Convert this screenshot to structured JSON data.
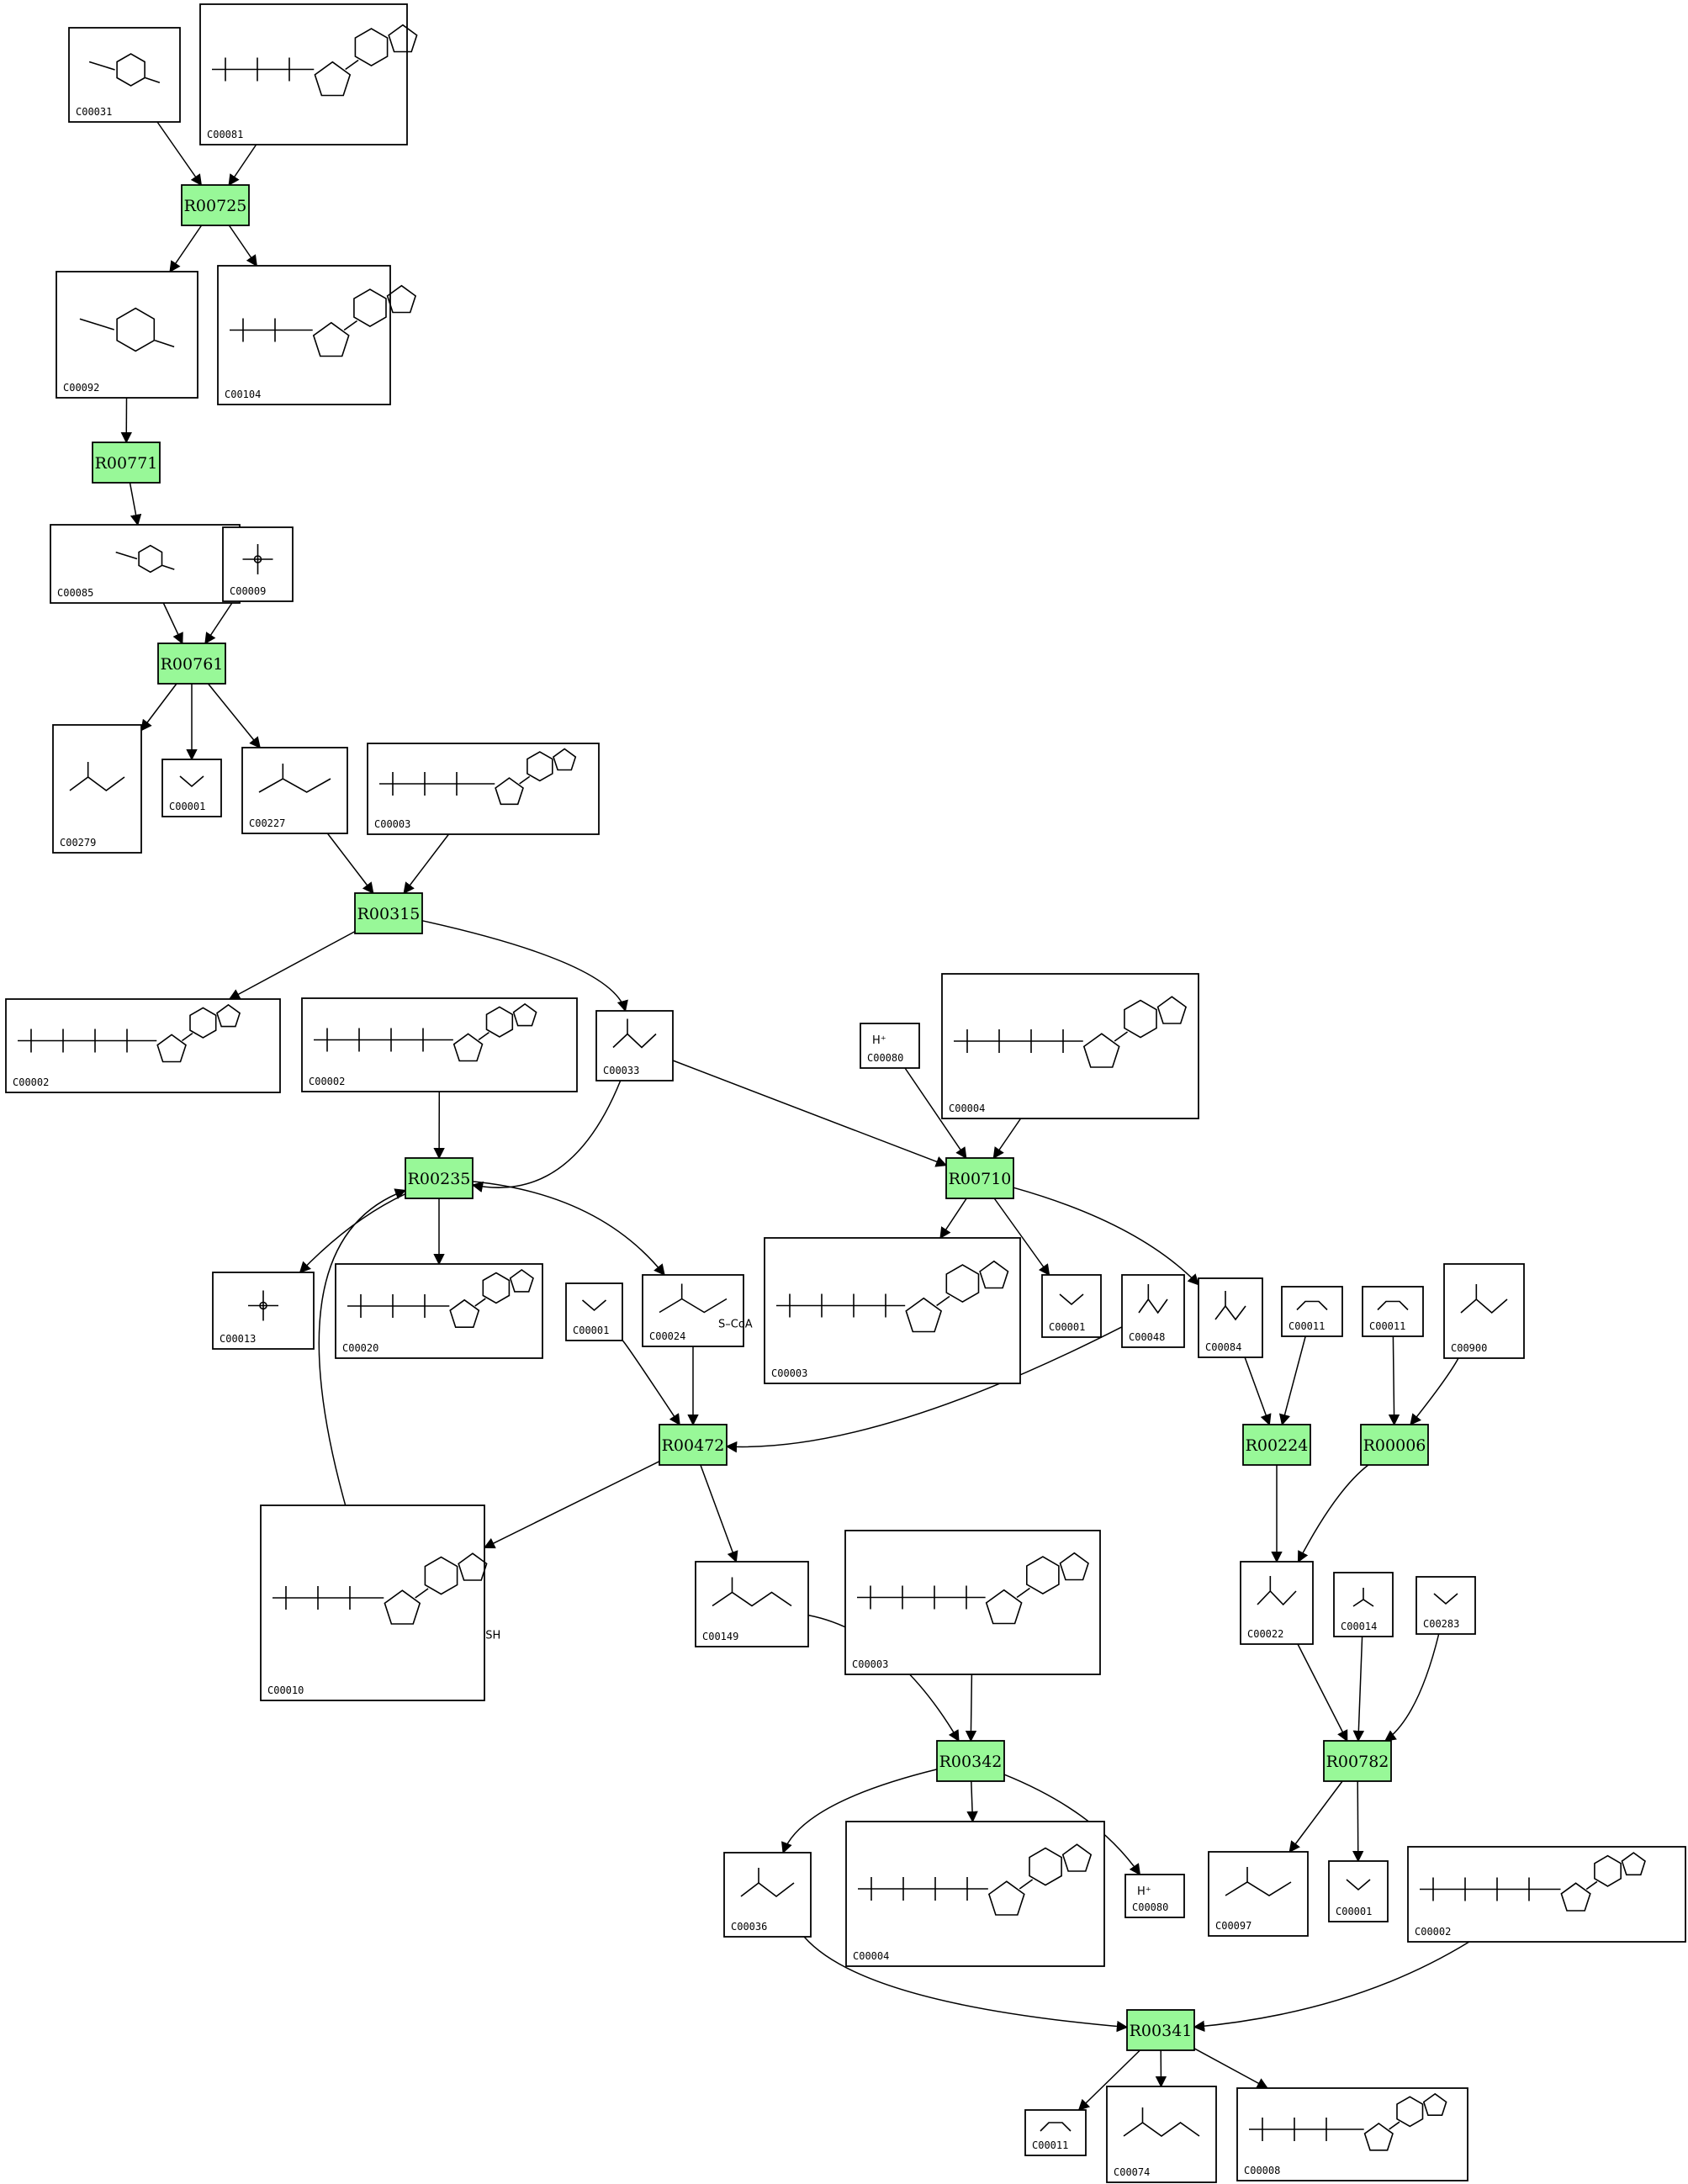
{
  "colors": {
    "reaction_fill": "#98f898",
    "box_stroke": "#000000",
    "edge": "#000000"
  },
  "reactions": [
    {
      "id": "r_R00725",
      "label": "R00725"
    },
    {
      "id": "r_R00771",
      "label": "R00771"
    },
    {
      "id": "r_R00761",
      "label": "R00761"
    },
    {
      "id": "r_R00315",
      "label": "R00315"
    },
    {
      "id": "r_R00235",
      "label": "R00235"
    },
    {
      "id": "r_R00710",
      "label": "R00710"
    },
    {
      "id": "r_R00472",
      "label": "R00472"
    },
    {
      "id": "r_R00224",
      "label": "R00224"
    },
    {
      "id": "r_R00006",
      "label": "R00006"
    },
    {
      "id": "r_R00342",
      "label": "R00342"
    },
    {
      "id": "r_R00782",
      "label": "R00782"
    },
    {
      "id": "r_R00341",
      "label": "R00341"
    }
  ],
  "compounds": [
    {
      "id": "c1",
      "label": "C00031",
      "structure": "ring"
    },
    {
      "id": "c2",
      "label": "C00081",
      "structure": "nucleotide"
    },
    {
      "id": "c3",
      "label": "C00092",
      "structure": "ring"
    },
    {
      "id": "c4",
      "label": "C00104",
      "structure": "nucleotide"
    },
    {
      "id": "c5",
      "label": "C00085",
      "structure": "ring"
    },
    {
      "id": "c6",
      "label": "C00009",
      "structure": "phosphate"
    },
    {
      "id": "c7",
      "label": "C00279",
      "structure": "chain"
    },
    {
      "id": "c8",
      "label": "C00001",
      "structure": "water"
    },
    {
      "id": "c9",
      "label": "C00227",
      "structure": "chain"
    },
    {
      "id": "c10",
      "label": "C00003",
      "structure": "nucleotide"
    },
    {
      "id": "c11",
      "label": "C00002",
      "structure": "nucleotide"
    },
    {
      "id": "c12",
      "label": "C00002",
      "structure": "nucleotide"
    },
    {
      "id": "c13",
      "label": "C00033",
      "structure": "chain"
    },
    {
      "id": "c14",
      "label": "C00080",
      "structure": "proton",
      "text": "H⁺"
    },
    {
      "id": "c15",
      "label": "C00004",
      "structure": "nucleotide"
    },
    {
      "id": "c16",
      "label": "C00013",
      "structure": "phosphate"
    },
    {
      "id": "c17",
      "label": "C00020",
      "structure": "nucleotide"
    },
    {
      "id": "c18",
      "label": "C00001",
      "structure": "water"
    },
    {
      "id": "c19",
      "label": "C00024",
      "structure": "chain",
      "text": "S–CoA"
    },
    {
      "id": "c20",
      "label": "C00003",
      "structure": "nucleotide"
    },
    {
      "id": "c21",
      "label": "C00001",
      "structure": "water"
    },
    {
      "id": "c22",
      "label": "C00048",
      "structure": "chain"
    },
    {
      "id": "c23",
      "label": "C00084",
      "structure": "chain"
    },
    {
      "id": "c24",
      "label": "C00011",
      "structure": "co2"
    },
    {
      "id": "c25",
      "label": "C00011",
      "structure": "co2"
    },
    {
      "id": "c26",
      "label": "C00900",
      "structure": "chain"
    },
    {
      "id": "c27",
      "label": "C00010",
      "structure": "nucleotide",
      "text": "SH"
    },
    {
      "id": "c28",
      "label": "C00149",
      "structure": "chain"
    },
    {
      "id": "c29",
      "label": "C00003",
      "structure": "nucleotide"
    },
    {
      "id": "c30",
      "label": "C00022",
      "structure": "chain"
    },
    {
      "id": "c31",
      "label": "C00014",
      "structure": "ammonia"
    },
    {
      "id": "c32",
      "label": "C00283",
      "structure": "water"
    },
    {
      "id": "c33",
      "label": "C00036",
      "structure": "chain"
    },
    {
      "id": "c34",
      "label": "C00004",
      "structure": "nucleotide"
    },
    {
      "id": "c35",
      "label": "C00080",
      "structure": "proton",
      "text": "H⁺"
    },
    {
      "id": "c36",
      "label": "C00097",
      "structure": "chain"
    },
    {
      "id": "c37",
      "label": "C00001",
      "structure": "water"
    },
    {
      "id": "c38",
      "label": "C00002",
      "structure": "nucleotide"
    },
    {
      "id": "c39",
      "label": "C00011",
      "structure": "co2"
    },
    {
      "id": "c40",
      "label": "C00074",
      "structure": "chain"
    },
    {
      "id": "c41",
      "label": "C00008",
      "structure": "nucleotide"
    }
  ],
  "edges": [
    {
      "from": "c1",
      "to": "r_R00725"
    },
    {
      "from": "c2",
      "to": "r_R00725"
    },
    {
      "from": "r_R00725",
      "to": "c3"
    },
    {
      "from": "r_R00725",
      "to": "c4"
    },
    {
      "from": "c3",
      "to": "r_R00771"
    },
    {
      "from": "r_R00771",
      "to": "c5"
    },
    {
      "from": "c5",
      "to": "r_R00761"
    },
    {
      "from": "c6",
      "to": "r_R00761"
    },
    {
      "from": "r_R00761",
      "to": "c7"
    },
    {
      "from": "r_R00761",
      "to": "c8"
    },
    {
      "from": "r_R00761",
      "to": "c9"
    },
    {
      "from": "c9",
      "to": "r_R00315"
    },
    {
      "from": "c10",
      "to": "r_R00315"
    },
    {
      "from": "r_R00315",
      "to": "c11"
    },
    {
      "from": "r_R00315",
      "to": "c13"
    },
    {
      "from": "c12",
      "to": "r_R00235"
    },
    {
      "from": "c13",
      "to": "r_R00235"
    },
    {
      "from": "c27",
      "to": "r_R00235"
    },
    {
      "from": "c13",
      "to": "r_R00710"
    },
    {
      "from": "c14",
      "to": "r_R00710"
    },
    {
      "from": "c15",
      "to": "r_R00710"
    },
    {
      "from": "r_R00235",
      "to": "c16"
    },
    {
      "from": "r_R00235",
      "to": "c17"
    },
    {
      "from": "r_R00235",
      "to": "c19"
    },
    {
      "from": "r_R00710",
      "to": "c20"
    },
    {
      "from": "r_R00710",
      "to": "c21"
    },
    {
      "from": "r_R00710",
      "to": "c23"
    },
    {
      "from": "c18",
      "to": "r_R00472"
    },
    {
      "from": "c19",
      "to": "r_R00472"
    },
    {
      "from": "c22",
      "to": "r_R00472"
    },
    {
      "from": "r_R00472",
      "to": "c27"
    },
    {
      "from": "r_R00472",
      "to": "c28"
    },
    {
      "from": "c23",
      "to": "r_R00224"
    },
    {
      "from": "c24",
      "to": "r_R00224"
    },
    {
      "from": "c25",
      "to": "r_R00006"
    },
    {
      "from": "c26",
      "to": "r_R00006"
    },
    {
      "from": "r_R00224",
      "to": "c30"
    },
    {
      "from": "r_R00006",
      "to": "c30"
    },
    {
      "from": "c28",
      "to": "r_R00342"
    },
    {
      "from": "c29",
      "to": "r_R00342"
    },
    {
      "from": "r_R00342",
      "to": "c33"
    },
    {
      "from": "r_R00342",
      "to": "c34"
    },
    {
      "from": "r_R00342",
      "to": "c35"
    },
    {
      "from": "c30",
      "to": "r_R00782"
    },
    {
      "from": "c31",
      "to": "r_R00782"
    },
    {
      "from": "c32",
      "to": "r_R00782"
    },
    {
      "from": "r_R00782",
      "to": "c36"
    },
    {
      "from": "r_R00782",
      "to": "c37"
    },
    {
      "from": "c33",
      "to": "r_R00341"
    },
    {
      "from": "c38",
      "to": "r_R00341"
    },
    {
      "from": "r_R00341",
      "to": "c39"
    },
    {
      "from": "r_R00341",
      "to": "c40"
    },
    {
      "from": "r_R00341",
      "to": "c41"
    }
  ]
}
